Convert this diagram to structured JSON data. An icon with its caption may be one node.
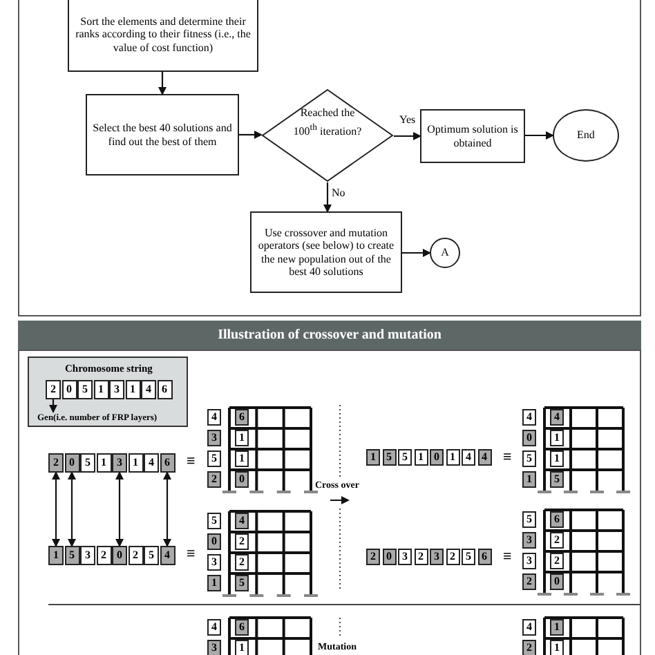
{
  "diagram": {
    "nodes": [
      {
        "text": [
          "Sort the elements and determine their ranks according to their fitness (i.e., the value of cost function)"
        ]
      },
      {
        "text": [
          "Select the best 40 solutions and find out the best of them"
        ]
      },
      {
        "text": [
          "Reached the 100$^{th}$ iteration?"
        ]
      },
      {
        "text": [
          "Optimum solution is obtained"
        ]
      },
      {
        "text": [
          "End"
        ]
      },
      {
        "text": [
          "Use crossover and mutation operators (see below) to create the new population out of the best 40 solutions"
        ]
      },
      {
        "text": [
          "A"
        ]
      },
      {
        "text": [
          "Chromosome string"
        ]
      },
      {
        "text": [
          "2"
        ],
        "in": 7
      },
      {
        "text": [
          "0"
        ],
        "in": 7
      },
      {
        "text": [
          "5"
        ],
        "in": 7
      },
      {
        "text": [
          "1"
        ],
        "in": 7
      },
      {
        "text": [
          "3"
        ],
        "in": 7
      },
      {
        "text": [
          "1"
        ],
        "in": 7
      },
      {
        "text": [
          "4"
        ],
        "in": 7
      },
      {
        "text": [
          "6"
        ],
        "in": 7
      },
      {
        "text": [
          "Gen(i.e. number of FRP layers)"
        ],
        "in": 7
      },
      {
        "text": [
          "2"
        ]
      },
      {
        "text": [
          "0"
        ]
      },
      {
        "text": [
          "5"
        ]
      },
      {
        "text": [
          "1"
        ]
      },
      {
        "text": [
          "3"
        ]
      },
      {
        "text": [
          "1"
        ]
      },
      {
        "text": [
          "4"
        ]
      },
      {
        "text": [
          "6"
        ]
      },
      {
        "text": [
          "1"
        ]
      },
      {
        "text": [
          "5"
        ]
      },
      {
        "text": [
          "3"
        ]
      },
      {
        "text": [
          "2"
        ]
      },
      {
        "text": [
          "0"
        ]
      },
      {
        "text": [
          "2"
        ]
      },
      {
        "text": [
          "5"
        ]
      },
      {
        "text": [
          "4"
        ]
      }
    ],
    "edges": [
      {
        "from": 0,
        "to": 1,
        "arrow": "to"
      },
      {
        "from": 1,
        "to": 2,
        "arrow": "to"
      },
      {
        "from": 2,
        "to": 3,
        "arrow": "to",
        "label": "Yes"
      },
      {
        "from": 3,
        "to": 4,
        "arrow": "to"
      },
      {
        "from": 2,
        "to": 5,
        "arrow": "to",
        "label": "No"
      },
      {
        "from": 5,
        "to": 6,
        "arrow": "to"
      },
      {
        "from": 8,
        "to": 16,
        "arrow": "to"
      },
      {
        "from": 17,
        "to": 25,
        "arrow": "both"
      },
      {
        "from": 18,
        "to": 26,
        "arrow": "both"
      },
      {
        "from": 21,
        "to": 29,
        "arrow": "both"
      },
      {
        "from": 24,
        "to": 32,
        "arrow": "both"
      }
    ],
    "labels": [
      "Illustration of crossover and mutation",
      "≡",
      "4",
      "6",
      "3",
      "1",
      "5",
      "1",
      "2",
      "0",
      "Cross over",
      "1",
      "5",
      "5",
      "1",
      "0",
      "1",
      "4",
      "4",
      "≡",
      "4",
      "4",
      "0",
      "1",
      "5",
      "1",
      "1",
      "5",
      "≡",
      "5",
      "4",
      "0",
      "2",
      "3",
      "2",
      "1",
      "5",
      "2",
      "0",
      "3",
      "2",
      "3",
      "2",
      "5",
      "6",
      "≡",
      "5",
      "6",
      "3",
      "2",
      "3",
      "2",
      "2",
      "0",
      "4",
      "6",
      "3",
      "1",
      "Mutation",
      "4",
      "1",
      "2",
      "1"
    ]
  }
}
